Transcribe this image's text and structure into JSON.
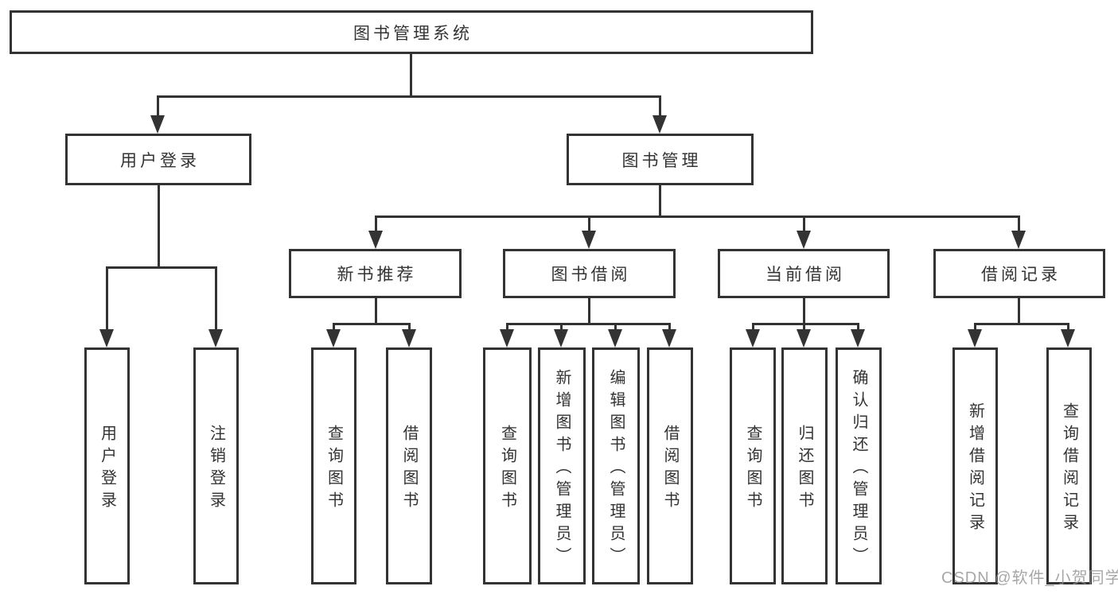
{
  "nodes": {
    "root": "图书管理系统",
    "level2": [
      {
        "label": "用户登录"
      },
      {
        "label": "图书管理"
      }
    ],
    "level3": [
      {
        "label": "新书推荐"
      },
      {
        "label": "图书借阅"
      },
      {
        "label": "当前借阅"
      },
      {
        "label": "借阅记录"
      }
    ],
    "leaves": {
      "user_login": [
        "用户登录",
        "注销登录"
      ],
      "new_book": [
        "查询图书",
        "借阅图书"
      ],
      "book_borrow": [
        "查询图书",
        "新增图书（管理员）",
        "编辑图书（管理员）",
        "借阅图书"
      ],
      "current_borrow": [
        "查询图书",
        "归还图书",
        "确认归还（管理员）"
      ],
      "borrow_record": [
        "新增借阅记录",
        "查询借阅记录"
      ]
    }
  },
  "watermark": {
    "text": "CSDN @软件_小贺同学"
  },
  "colors": {
    "line": "#333333",
    "box_background": "#ffffff",
    "text": "#333333",
    "watermark": "#919191"
  }
}
